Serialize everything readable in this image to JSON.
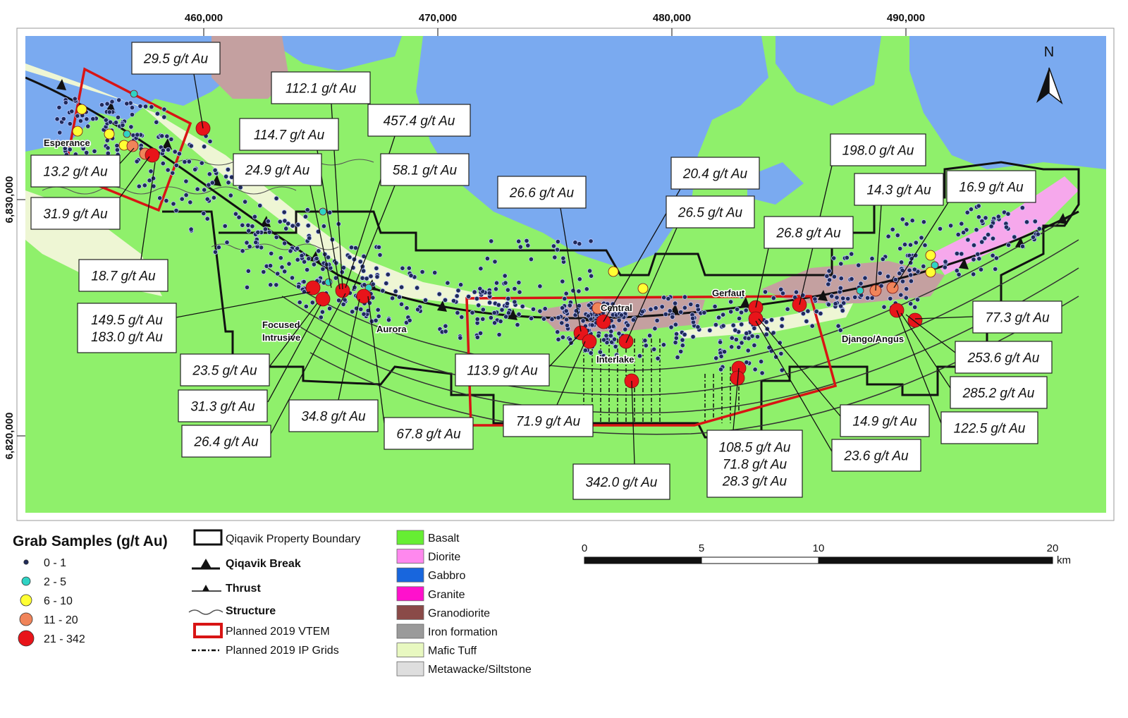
{
  "map": {
    "north_label": "N",
    "easting_labels": [
      "460,000",
      "470,000",
      "480,000",
      "490,000"
    ],
    "northing_labels": [
      "6,830,000",
      "6,820,000"
    ],
    "places": [
      {
        "key": "esperance",
        "text": "Esperance"
      },
      {
        "key": "focused1",
        "text": "Focused"
      },
      {
        "key": "focused2",
        "text": "Intrusive"
      },
      {
        "key": "aurora",
        "text": "Aurora"
      },
      {
        "key": "central",
        "text": "Central"
      },
      {
        "key": "interlake",
        "text": "Interlake"
      },
      {
        "key": "gerfaut",
        "text": "Gerfaut"
      },
      {
        "key": "django",
        "text": "Django/Angus"
      }
    ],
    "callouts": [
      {
        "lines": [
          "29.5 g/t Au"
        ]
      },
      {
        "lines": [
          "112.1 g/t Au"
        ]
      },
      {
        "lines": [
          "457.4 g/t Au"
        ]
      },
      {
        "lines": [
          "114.7 g/t Au"
        ]
      },
      {
        "lines": [
          "24.9 g/t Au"
        ]
      },
      {
        "lines": [
          "58.1 g/t Au"
        ]
      },
      {
        "lines": [
          "13.2 g/t Au"
        ]
      },
      {
        "lines": [
          "31.9 g/t Au"
        ]
      },
      {
        "lines": [
          "18.7 g/t Au"
        ]
      },
      {
        "lines": [
          "149.5 g/t Au",
          "183.0 g/t Au"
        ]
      },
      {
        "lines": [
          "23.5 g/t Au"
        ]
      },
      {
        "lines": [
          "31.3 g/t Au"
        ]
      },
      {
        "lines": [
          "26.4 g/t Au"
        ]
      },
      {
        "lines": [
          "34.8 g/t Au"
        ]
      },
      {
        "lines": [
          "67.8 g/t Au"
        ]
      },
      {
        "lines": [
          "26.6 g/t Au"
        ]
      },
      {
        "lines": [
          "20.4 g/t Au"
        ]
      },
      {
        "lines": [
          "26.5 g/t Au"
        ]
      },
      {
        "lines": [
          "113.9 g/t Au"
        ]
      },
      {
        "lines": [
          "71.9 g/t Au"
        ]
      },
      {
        "lines": [
          "342.0 g/t Au"
        ]
      },
      {
        "lines": [
          "198.0 g/t Au"
        ]
      },
      {
        "lines": [
          "14.3 g/t Au"
        ]
      },
      {
        "lines": [
          "16.9 g/t Au"
        ]
      },
      {
        "lines": [
          "26.8 g/t Au"
        ]
      },
      {
        "lines": [
          "108.5 g/t Au",
          "71.8 g/t Au",
          "28.3 g/t Au"
        ]
      },
      {
        "lines": [
          "14.9 g/t Au"
        ]
      },
      {
        "lines": [
          "23.6 g/t Au"
        ]
      },
      {
        "lines": [
          "77.3 g/t Au"
        ]
      },
      {
        "lines": [
          "253.6 g/t Au"
        ]
      },
      {
        "lines": [
          "285.2 g/t Au"
        ]
      },
      {
        "lines": [
          "122.5 g/t Au"
        ]
      }
    ]
  },
  "legend": {
    "grab_title": "Grab Samples (g/t Au)",
    "grab_classes": [
      {
        "label": "0 - 1",
        "color": "#1f2a5a"
      },
      {
        "label": "2 - 5",
        "color": "#2fd3c4"
      },
      {
        "label": "6 - 10",
        "color": "#ffff33"
      },
      {
        "label": "11 - 20",
        "color": "#f0845a"
      },
      {
        "label": "21 - 342",
        "color": "#e8141a"
      }
    ],
    "lines": [
      {
        "label": "Qiqavik Property Boundary",
        "bold": false
      },
      {
        "label": "Qiqavik Break",
        "bold": true
      },
      {
        "label": "Thrust",
        "bold": true
      },
      {
        "label": "Structure",
        "bold": true
      },
      {
        "label": "Planned 2019 VTEM",
        "bold": false
      },
      {
        "label": "Planned 2019 IP Grids",
        "bold": false
      }
    ],
    "geology": [
      {
        "label": "Basalt",
        "color": "#66ee33"
      },
      {
        "label": "Diorite",
        "color": "#ff88ee"
      },
      {
        "label": "Gabbro",
        "color": "#1866dd"
      },
      {
        "label": "Granite",
        "color": "#ff11cc"
      },
      {
        "label": "Granodiorite",
        "color": "#8a4a48"
      },
      {
        "label": "Iron formation",
        "color": "#9a9a9a"
      },
      {
        "label": "Mafic Tuff",
        "color": "#e8f8c0"
      },
      {
        "label": "Metawacke/Siltstone",
        "color": "#dedede"
      }
    ]
  },
  "scale_bar": {
    "ticks": [
      "0",
      "5",
      "10",
      "20"
    ],
    "unit": "km"
  },
  "colors": {
    "basalt": "#8ff06b",
    "water": "#7aaaf0",
    "granodiorite_map": "#c4a0a0",
    "tuff_map": "#eef6d4",
    "vtem": "#d81414"
  }
}
